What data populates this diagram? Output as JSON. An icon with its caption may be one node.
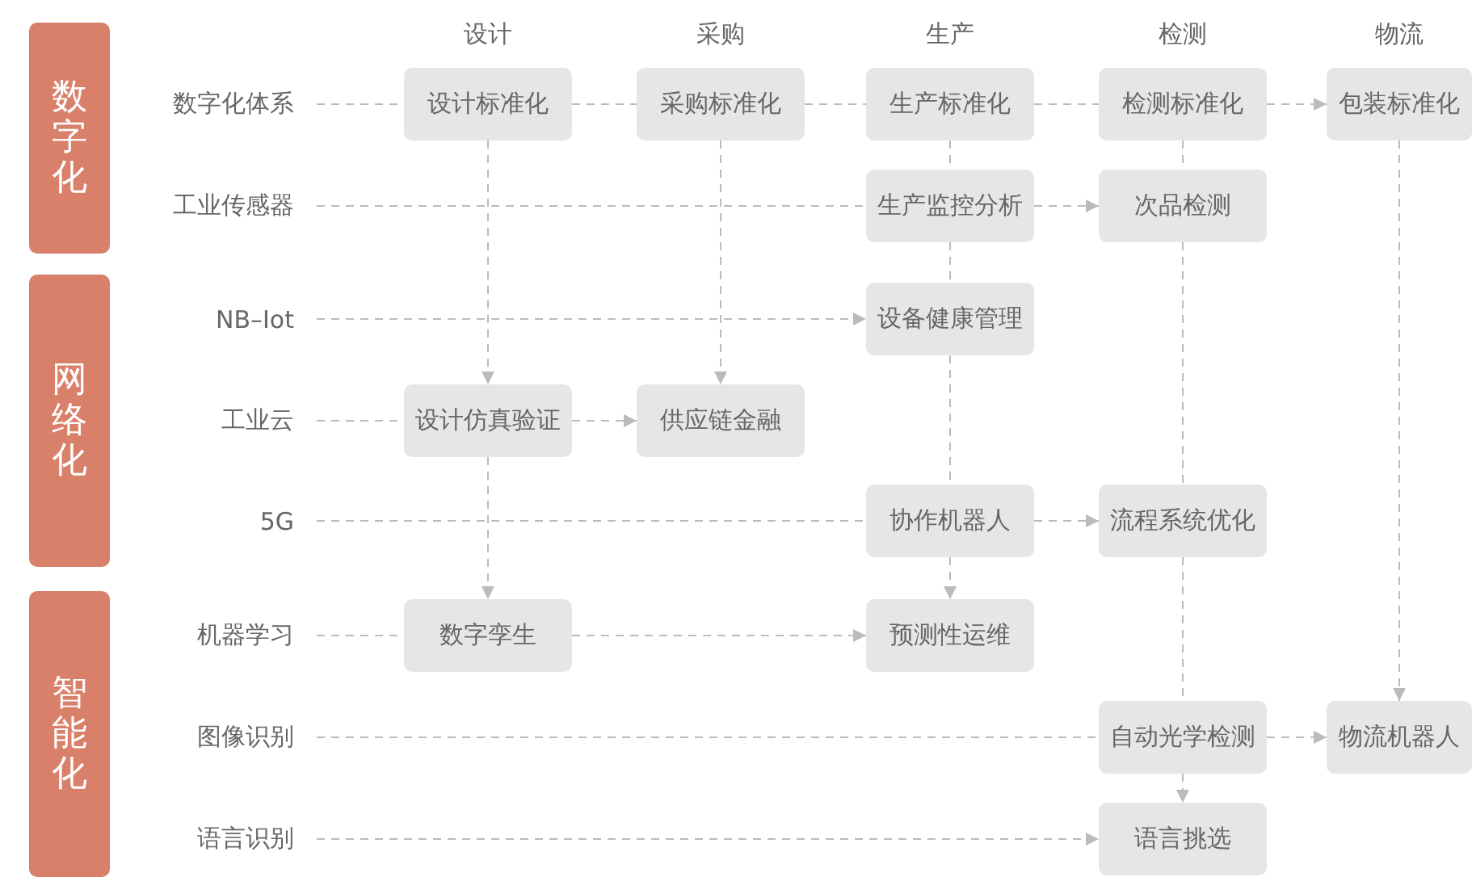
{
  "diagram": {
    "nodes": [
      {
        "text": [
          "数字化"
        ]
      },
      {
        "text": [
          "数字化体系"
        ]
      },
      {
        "text": [
          "设计标准化"
        ]
      },
      {
        "text": [
          "采购标准化"
        ]
      },
      {
        "text": [
          "生产标准化"
        ]
      },
      {
        "text": [
          "检测标准化"
        ]
      },
      {
        "text": [
          "包装标准化"
        ]
      },
      {
        "text": [
          "工业传感器"
        ]
      },
      {
        "text": [
          "生产监控分析"
        ]
      },
      {
        "text": [
          "次品检测"
        ]
      },
      {
        "text": [
          "网络化"
        ]
      },
      {
        "text": [
          "NB–Iot"
        ]
      },
      {
        "text": [
          "设备健康管理"
        ]
      },
      {
        "text": [
          "工业云"
        ]
      },
      {
        "text": [
          "设计仿真验证"
        ]
      },
      {
        "text": [
          "供应链金融"
        ]
      },
      {
        "text": [
          "5G"
        ]
      },
      {
        "text": [
          "协作机器人"
        ]
      },
      {
        "text": [
          "流程系统优化"
        ]
      },
      {
        "text": [
          "智能化"
        ]
      },
      {
        "text": [
          "机器学习"
        ]
      },
      {
        "text": [
          "数字孪生"
        ]
      },
      {
        "text": [
          "预测性运维"
        ]
      },
      {
        "text": [
          "图像识别"
        ]
      },
      {
        "text": [
          "自动光学检测"
        ]
      },
      {
        "text": [
          "物流机器人"
        ]
      },
      {
        "text": [
          "语言识别"
        ]
      },
      {
        "text": [
          "语言挑选"
        ]
      }
    ],
    "edges": [
      {
        "from": 1,
        "to": 2,
        "arrow": "none"
      },
      {
        "from": 2,
        "to": 3,
        "arrow": "none"
      },
      {
        "from": 3,
        "to": 4,
        "arrow": "none"
      },
      {
        "from": 4,
        "to": 5,
        "arrow": "none"
      },
      {
        "from": 5,
        "to": 6,
        "arrow": "to"
      },
      {
        "from": 7,
        "to": 8,
        "arrow": "none"
      },
      {
        "from": 8,
        "to": 9,
        "arrow": "to"
      },
      {
        "from": 11,
        "to": 12,
        "arrow": "to"
      },
      {
        "from": 13,
        "to": 14,
        "arrow": "none"
      },
      {
        "from": 14,
        "to": 15,
        "arrow": "to"
      },
      {
        "from": 16,
        "to": 17,
        "arrow": "none"
      },
      {
        "from": 17,
        "to": 18,
        "arrow": "to"
      },
      {
        "from": 20,
        "to": 21,
        "arrow": "none"
      },
      {
        "from": 21,
        "to": 22,
        "arrow": "to"
      },
      {
        "from": 23,
        "to": 24,
        "arrow": "none"
      },
      {
        "from": 24,
        "to": 25,
        "arrow": "to"
      },
      {
        "from": 26,
        "to": 27,
        "arrow": "to"
      },
      {
        "from": 2,
        "to": 14,
        "arrow": "to"
      },
      {
        "from": 3,
        "to": 15,
        "arrow": "to"
      },
      {
        "from": 4,
        "to": 8,
        "arrow": "none"
      },
      {
        "from": 8,
        "to": 12,
        "arrow": "none"
      },
      {
        "from": 12,
        "to": 17,
        "arrow": "none"
      },
      {
        "from": 17,
        "to": 22,
        "arrow": "to"
      },
      {
        "from": 5,
        "to": 9,
        "arrow": "none"
      },
      {
        "from": 9,
        "to": 18,
        "arrow": "none"
      },
      {
        "from": 18,
        "to": 24,
        "arrow": "none"
      },
      {
        "from": 24,
        "to": 27,
        "arrow": "to"
      },
      {
        "from": 14,
        "to": 21,
        "arrow": "to"
      },
      {
        "from": 6,
        "to": 25,
        "arrow": "to"
      }
    ],
    "labels": [
      "设计",
      "采购",
      "生产",
      "检测",
      "物流"
    ]
  }
}
